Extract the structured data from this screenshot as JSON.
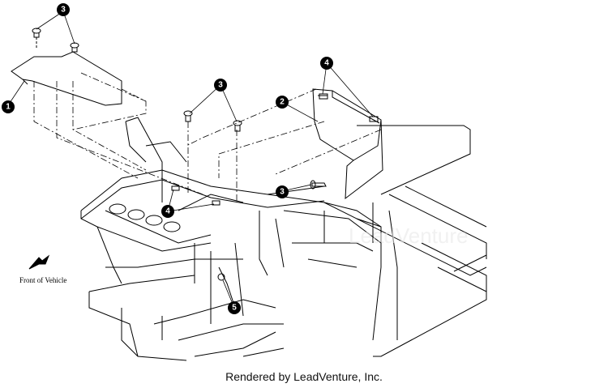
{
  "diagram": {
    "callouts": [
      {
        "id": "c3a",
        "number": "3"
      },
      {
        "id": "c1",
        "number": "1"
      },
      {
        "id": "c3b",
        "number": "3"
      },
      {
        "id": "c4a",
        "number": "4"
      },
      {
        "id": "c2",
        "number": "2"
      },
      {
        "id": "c3c",
        "number": "3"
      },
      {
        "id": "c4b",
        "number": "4"
      },
      {
        "id": "c5",
        "number": "5"
      }
    ],
    "front_label": "Front of Vehicle",
    "watermark": "LeadVenture"
  },
  "footer": {
    "text": "Rendered by LeadVenture, Inc."
  }
}
